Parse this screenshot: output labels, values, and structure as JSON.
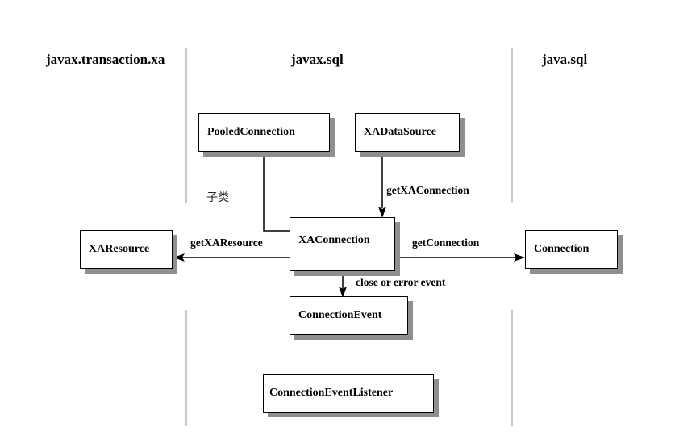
{
  "packages": {
    "left": "javax.transaction.xa",
    "middle": "javax.sql",
    "right": "java.sql"
  },
  "boxes": {
    "pooled_connection": "PooledConnection",
    "xa_datasource": "XADataSource",
    "xa_resource": "XAResource",
    "xa_connection": "XAConnection",
    "connection": "Connection",
    "connection_event": "ConnectionEvent",
    "connection_event_listener": "ConnectionEventListener"
  },
  "edges": {
    "get_xa_connection": "getXAConnection",
    "get_xa_resource": "getXAResource",
    "get_connection": "getConnection",
    "close_or_error_event": "close or error event",
    "subclass": "子类"
  }
}
